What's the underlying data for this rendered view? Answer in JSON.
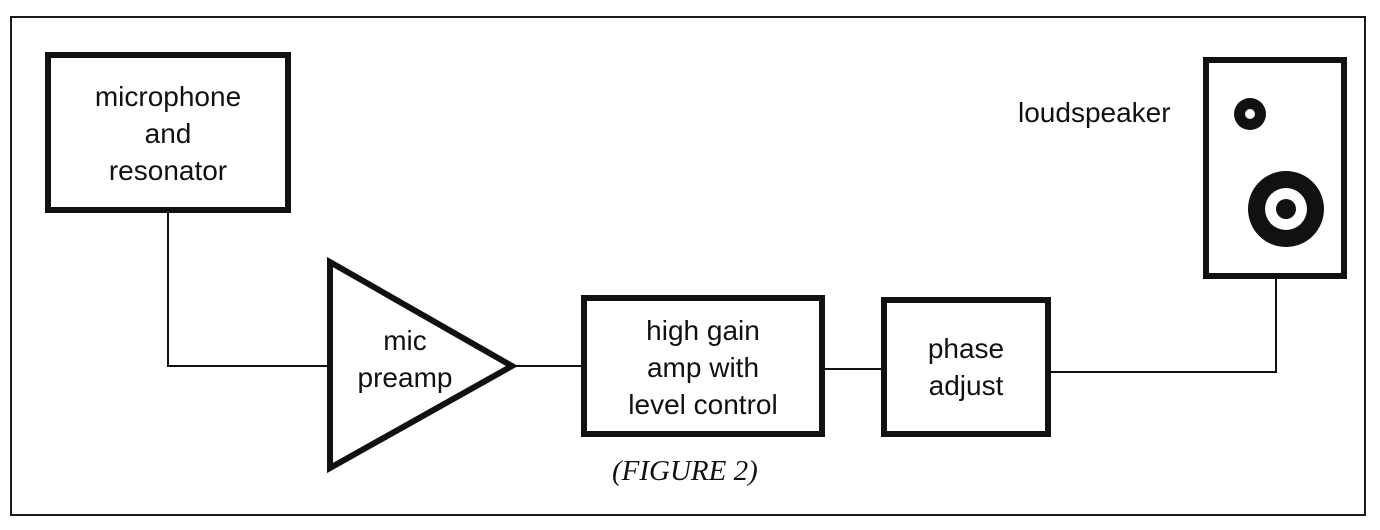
{
  "diagram": {
    "blocks": {
      "mic": [
        "microphone",
        "and",
        "resonator"
      ],
      "preamp": [
        "mic",
        "preamp"
      ],
      "amp": [
        "high gain",
        "amp with",
        "level control"
      ],
      "phase": [
        "phase",
        "adjust"
      ],
      "speaker": "loudspeaker"
    },
    "caption": "(FIGURE 2)"
  },
  "colors": {
    "ink": "#111111",
    "background": "#ffffff"
  }
}
